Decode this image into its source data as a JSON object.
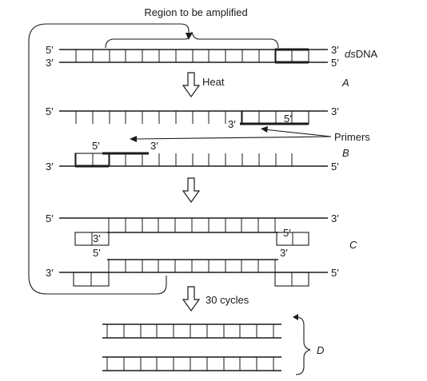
{
  "title": "Region to be amplified",
  "strand_end_5": "5′",
  "strand_end_3": "3′",
  "dsdna_italic": "ds",
  "dsdna_rest": "DNA",
  "heat_label": "Heat",
  "primers_label": "Primers",
  "cycles_label": "30 cycles",
  "step_labels": [
    "A",
    "B",
    "C",
    "D"
  ]
}
